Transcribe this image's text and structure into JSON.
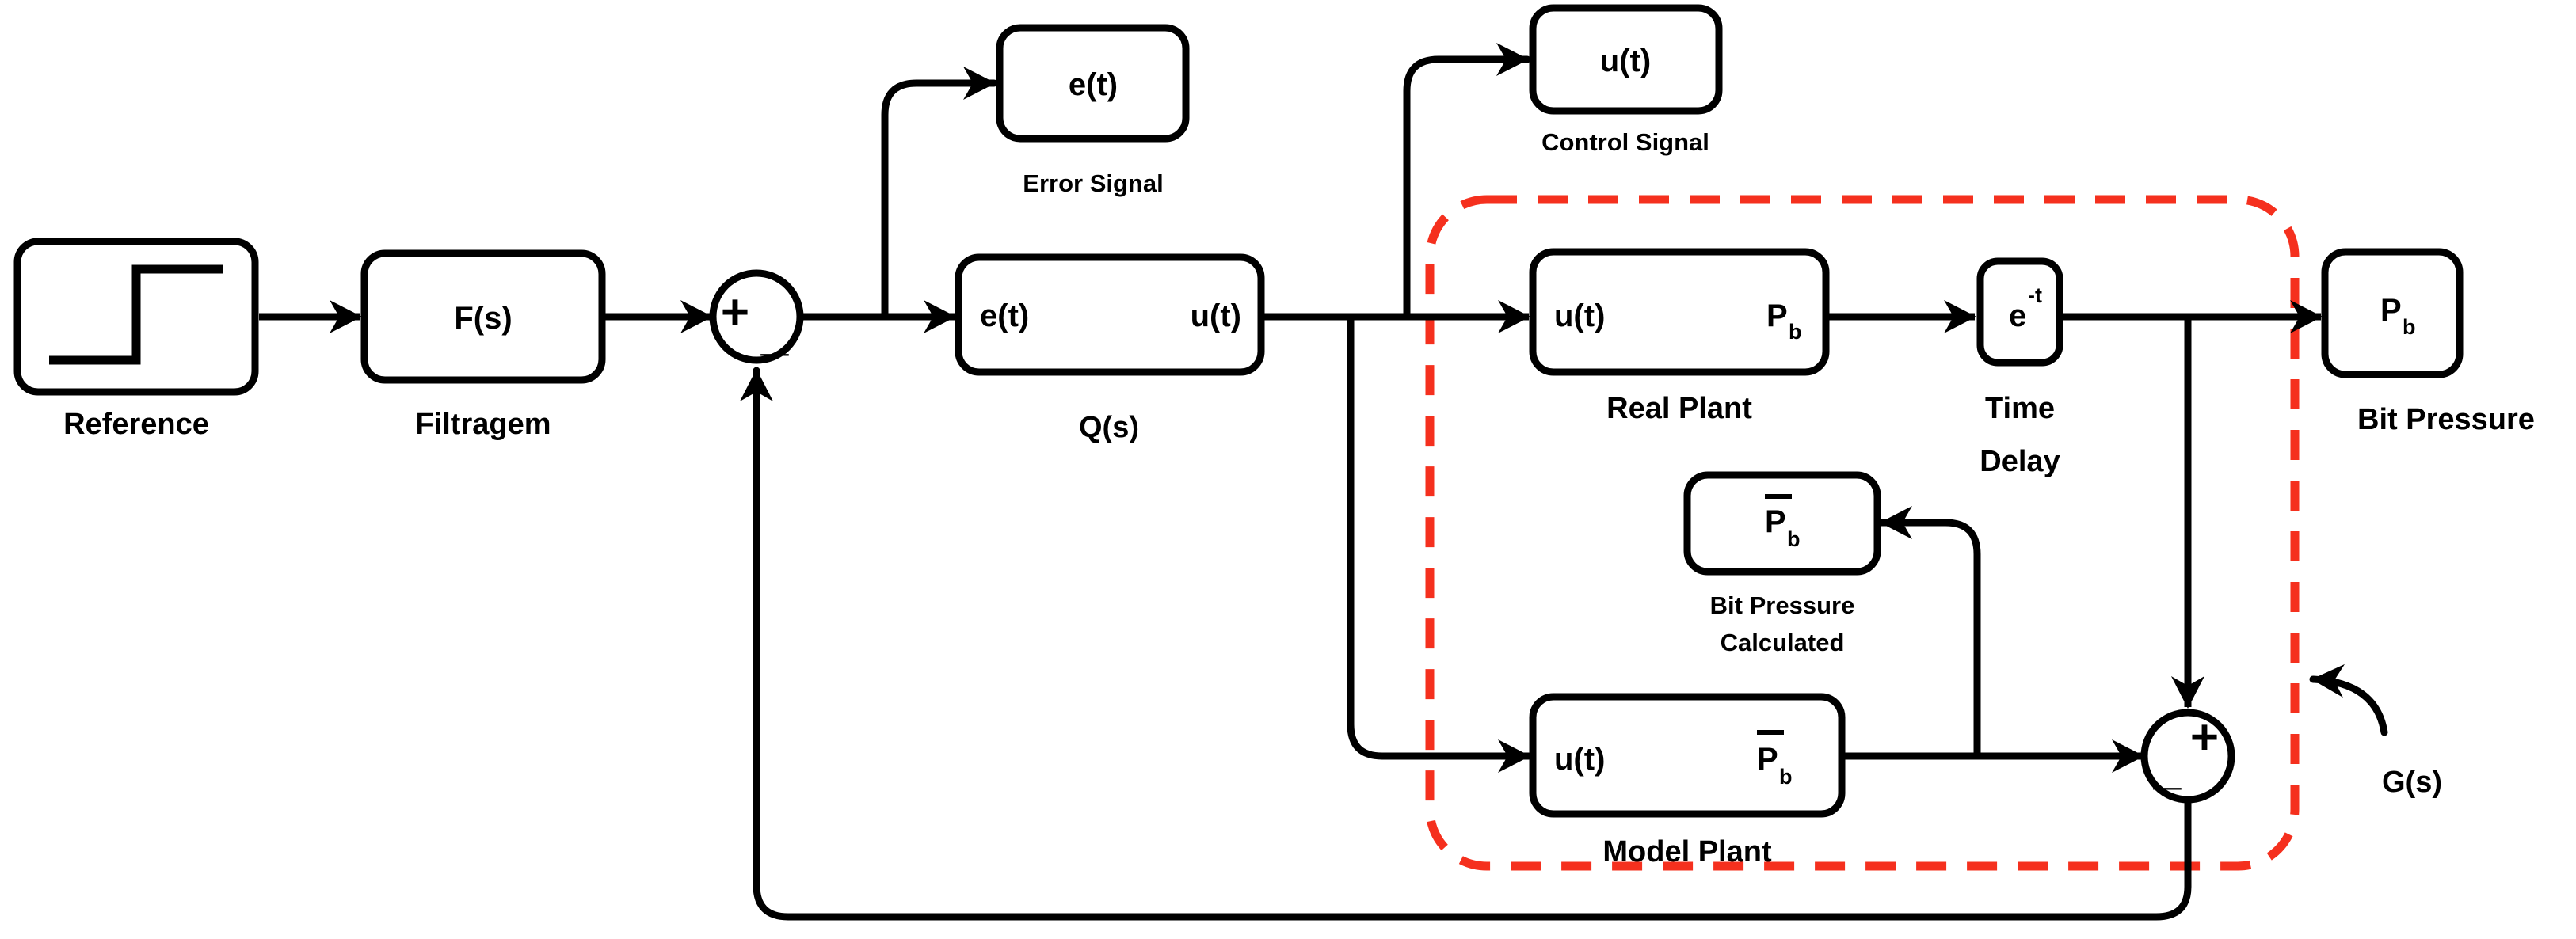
{
  "diagram": {
    "title": "Control loop block diagram with internal model control",
    "colors": {
      "line": "#000000",
      "background": "#ffffff",
      "boundary_red": "#F5301E"
    },
    "blocks": [
      {
        "id": "reference",
        "inner_text": "",
        "icon": "step-function-icon",
        "caption": "Reference"
      },
      {
        "id": "filtragem",
        "inner_text": "F(s)",
        "caption": "Filtragem"
      },
      {
        "id": "error-signal",
        "inner_text": "e(t)",
        "caption": "Error Signal"
      },
      {
        "id": "controller",
        "input_label": "e(t)",
        "output_label": "u(t)",
        "caption": "Q(s)"
      },
      {
        "id": "control-signal",
        "inner_text": "u(t)",
        "caption": "Control Signal"
      },
      {
        "id": "real-plant",
        "input_label": "u(t)",
        "output_label": "P",
        "output_sub": "b",
        "caption": "Real Plant"
      },
      {
        "id": "time-delay",
        "inner_base": "e",
        "inner_exp": "-t",
        "caption_line1": "Time",
        "caption_line2": "Delay"
      },
      {
        "id": "bit-pressure",
        "inner_text": "P",
        "inner_sub": "b",
        "caption": "Bit Pressure"
      },
      {
        "id": "bit-pressure-calculated",
        "inner_text": "P",
        "inner_sub": "b",
        "overline": true,
        "caption_line1": "Bit Pressure",
        "caption_line2": "Calculated"
      },
      {
        "id": "model-plant",
        "input_label": "u(t)",
        "output_label": "P",
        "output_sub": "b",
        "output_overline": true,
        "caption": "Model Plant"
      }
    ],
    "sum_junctions": [
      {
        "id": "sum-error",
        "plus": "+",
        "minus": "_"
      },
      {
        "id": "sum-model-error",
        "plus": "+",
        "minus": "_"
      }
    ],
    "annotations": [
      {
        "id": "gs-label",
        "text": "G(s)"
      }
    ]
  }
}
